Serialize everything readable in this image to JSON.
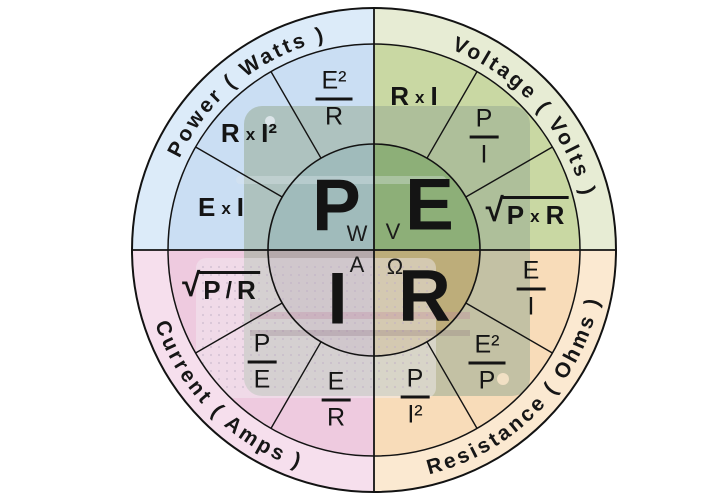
{
  "palette": {
    "background": "#ffffff",
    "line": "#131313",
    "board_overlay": "#97ab94",
    "breadboard": "#f1edf4",
    "power": {
      "outer": "#dcebf9",
      "mid": "#cadef3",
      "inner": "#aaceec"
    },
    "voltage": {
      "outer": "#e7ecd4",
      "mid": "#c9d8a3",
      "inner": "#82b457"
    },
    "current": {
      "outer": "#f6dfed",
      "mid": "#eecadf",
      "inner": "#d9a6c8"
    },
    "resistance": {
      "outer": "#fbe9d1",
      "mid": "#f8dcb9",
      "inner": "#eaaf5c"
    }
  },
  "quadrants": {
    "power": {
      "arc_label": "Power ( Watts )",
      "letter": "P",
      "unit": "W",
      "formulas": [
        {
          "num": "E²",
          "den": "R"
        },
        {
          "a": "R",
          "op": "x",
          "b": "I²"
        },
        {
          "a": "E",
          "op": "x",
          "b": "I"
        }
      ]
    },
    "voltage": {
      "arc_label": "Voltage ( Volts )",
      "letter": "E",
      "unit": "V",
      "formulas": [
        {
          "a": "R",
          "op": "x",
          "b": "I"
        },
        {
          "num": "P",
          "den": "I"
        },
        {
          "sqrt": "√",
          "a": "P",
          "op": "x",
          "b": "R"
        }
      ]
    },
    "current": {
      "arc_label": "Current ( Amps )",
      "letter": "I",
      "unit": "A",
      "formulas": [
        {
          "sqrt": "√",
          "a": "P",
          "op": "/",
          "b": "R"
        },
        {
          "num": "P",
          "den": "E"
        },
        {
          "num": "E",
          "den": "R"
        }
      ]
    },
    "resistance": {
      "arc_label": "Resistance ( Ohms )",
      "letter": "R",
      "unit": "Ω",
      "formulas": [
        {
          "num": "E",
          "den": "I"
        },
        {
          "num": "E²",
          "den": "P"
        },
        {
          "num": "P",
          "den": "I²"
        }
      ]
    }
  }
}
